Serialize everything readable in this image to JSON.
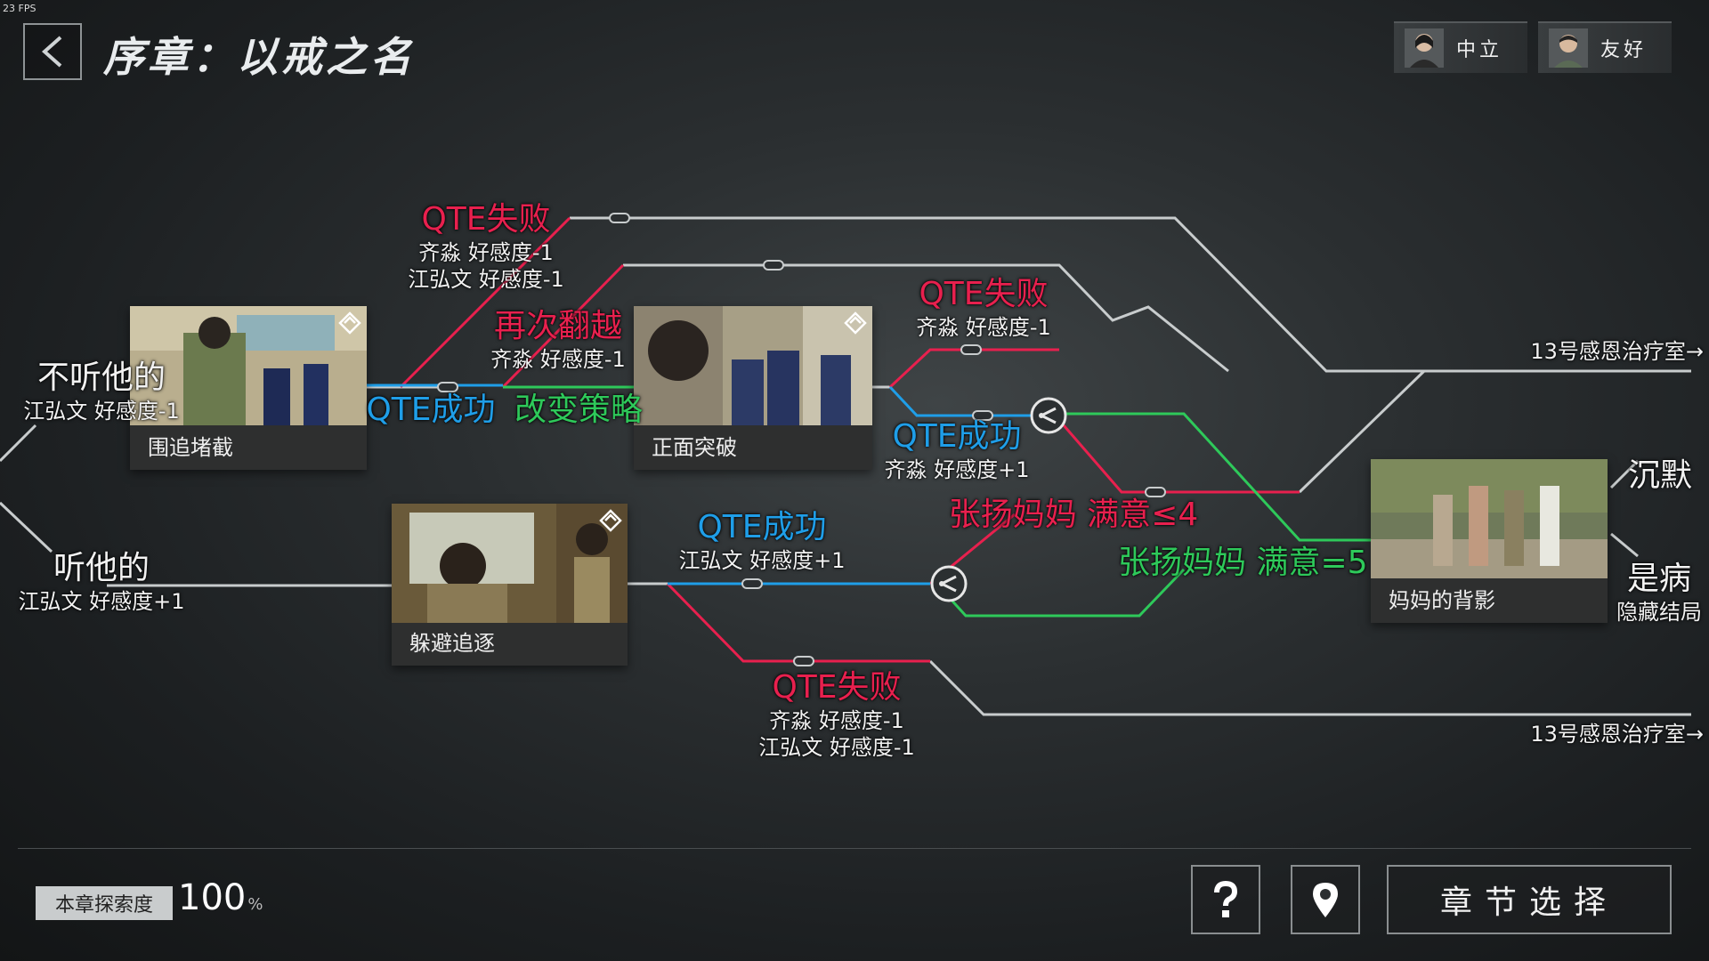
{
  "hud": {
    "fps": "23 FPS"
  },
  "header": {
    "chapter_title": "序章：以戒之名",
    "relations": [
      {
        "label": "中立"
      },
      {
        "label": "友好"
      }
    ]
  },
  "map": {
    "nodes": [
      {
        "label": "围追堵截"
      },
      {
        "label": "正面突破"
      },
      {
        "label": "躲避追逐"
      },
      {
        "label": "妈妈的背影"
      }
    ],
    "choices": {
      "not_listen": {
        "title": "不听他的",
        "effect": "江弘文 好感度-1"
      },
      "listen": {
        "title": "听他的",
        "effect": "江弘文 好感度+1"
      }
    },
    "branches": {
      "qte_fail_top": {
        "title": "QTE失败",
        "effects": [
          "齐淼 好感度-1",
          "江弘文 好感度-1"
        ]
      },
      "climb_again": {
        "title": "再次翻越",
        "effect": "齐淼 好感度-1"
      },
      "qte_success_left": {
        "title": "QTE成功"
      },
      "change_strategy": {
        "title": "改变策略"
      },
      "qte_fail_mid": {
        "title": "QTE失败",
        "effect": "齐淼 好感度-1"
      },
      "qte_success_mid": {
        "title": "QTE成功",
        "effect": "齐淼 好感度+1"
      },
      "mom_satisfaction_low": {
        "title": "张扬妈妈 满意≤4"
      },
      "mom_satisfaction_full": {
        "title": "张扬妈妈 满意=5"
      },
      "qte_success_lower": {
        "title": "QTE成功",
        "effect": "江弘文 好感度+1"
      },
      "qte_fail_bottom": {
        "title": "QTE失败",
        "effects": [
          "齐淼 好感度-1",
          "江弘文 好感度-1"
        ]
      }
    },
    "exits": {
      "top": "13号感恩治疗室→",
      "bottom": "13号感恩治疗室→",
      "silence": "沉默",
      "sick": "是病",
      "hidden_ending": "隐藏结局"
    },
    "colors": {
      "fail": "#e8204e",
      "success": "#1f9ee8",
      "alt": "#2ec95a",
      "neutral": "#c8cccd"
    }
  },
  "footer": {
    "explore_label": "本章探索度",
    "explore_value": "100",
    "explore_unit": "%",
    "chapter_select": "章节选择",
    "help_icon": "question-icon",
    "map_icon": "location-pin-icon"
  }
}
